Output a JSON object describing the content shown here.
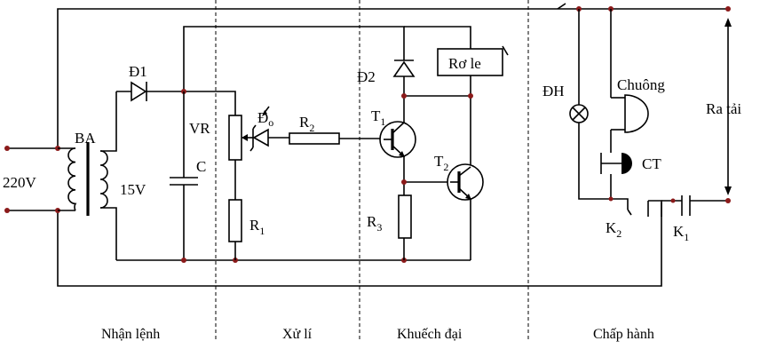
{
  "labels": {
    "transformer": "BA",
    "input_voltage": "220V",
    "diode1": "Đ1",
    "diode2": "Đ2",
    "variable_resistor": "VR",
    "capacitor": "C",
    "supply_voltage": "15V",
    "photodiode": "Đ",
    "photodiode_sub": "o",
    "resistor1": "R",
    "resistor1_sub": "1",
    "resistor2": "R",
    "resistor2_sub": "2",
    "resistor3": "R",
    "resistor3_sub": "3",
    "transistor1": "T",
    "transistor1_sub": "1",
    "transistor2": "T",
    "transistor2_sub": "2",
    "relay": "Rơ le",
    "lamp": "ĐH",
    "bell": "Chuông",
    "switch_ct": "CT",
    "contact_k1": "K",
    "contact_k1_sub": "1",
    "contact_k2": "K",
    "contact_k2_sub": "2",
    "load_output": "Ra tải"
  },
  "sections": {
    "receive": "Nhận lệnh",
    "process": "Xử lí",
    "amplify": "Khuếch đại",
    "execute": "Chấp hành"
  }
}
